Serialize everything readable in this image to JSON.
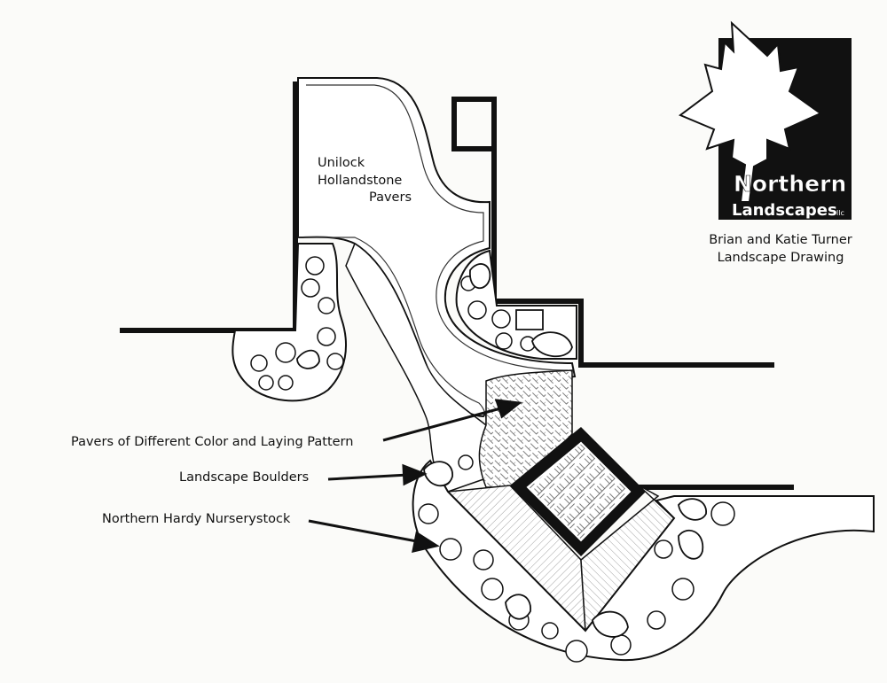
{
  "labels": {
    "unilock": [
      "Unilock",
      "Hollandstone",
      "Pavers"
    ],
    "pavers_pattern": "Pavers of Different Color and Laying Pattern",
    "boulders": "Landscape Boulders",
    "nurserystock": "Northern Hardy Nurserystock"
  },
  "logo": {
    "line1": "Northern",
    "line2": "Landscapes",
    "suffix": "llc",
    "icon": "maple-leaf-icon"
  },
  "caption": [
    "Brian and Katie Turner",
    "Landscape Drawing"
  ],
  "colors": {
    "ink": "#111111",
    "paper": "#fbfbf9"
  }
}
